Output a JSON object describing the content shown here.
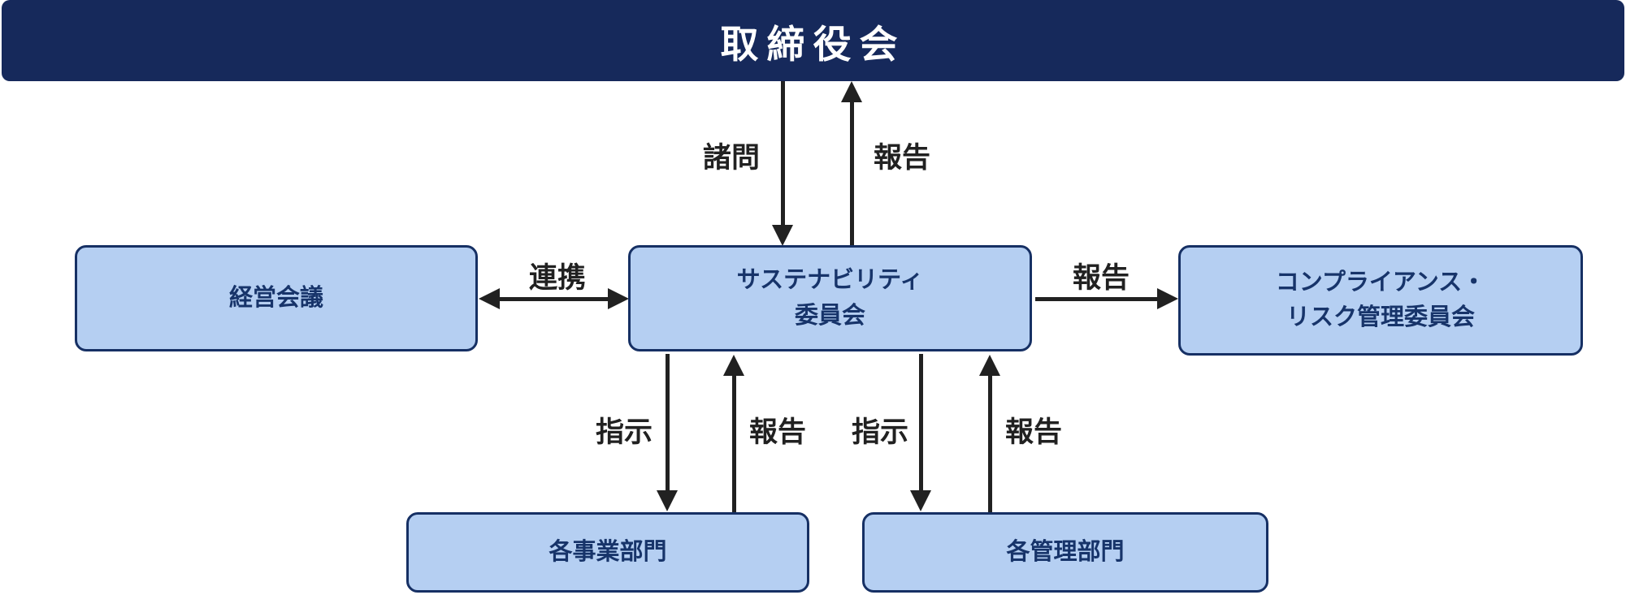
{
  "banner": {
    "title": "取締役会"
  },
  "nodes": {
    "management_meeting": {
      "label": "経営会議"
    },
    "sustainability_committee": {
      "line1": "サステナビリティ",
      "line2": "委員会"
    },
    "compliance_risk_committee": {
      "line1": "コンプライアンス・",
      "line2": "リスク管理委員会"
    },
    "business_divisions": {
      "label": "各事業部門"
    },
    "admin_divisions": {
      "label": "各管理部門"
    }
  },
  "edges": {
    "board_down": {
      "label": "諸問"
    },
    "board_up": {
      "label": "報告"
    },
    "management_link": {
      "label": "連携"
    },
    "compliance_report": {
      "label": "報告"
    },
    "business_instruct": {
      "label": "指示"
    },
    "business_report": {
      "label": "報告"
    },
    "admin_instruct": {
      "label": "指示"
    },
    "admin_report": {
      "label": "報告"
    }
  },
  "colors": {
    "banner_bg": "#16295B",
    "banner_text": "#FFFFFF",
    "node_fill": "#B5CFF2",
    "node_border": "#163064",
    "node_text": "#17346A",
    "arrow": "#212121"
  }
}
